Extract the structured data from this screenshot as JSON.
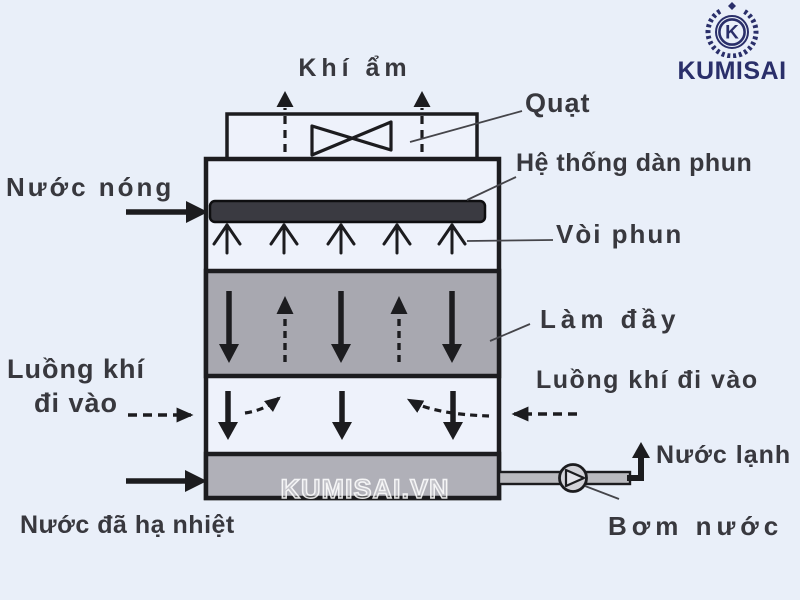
{
  "brand": {
    "logo_letter": "K",
    "logo_name": "KUMISAI",
    "watermark": "KUMISAI.VN"
  },
  "colors": {
    "background": "#e9eff9",
    "tower_fill": "#eef2fb",
    "diagram_line": "#1c1c1f",
    "fill_gray": "#a8a8b0",
    "basin_gray": "#b0b0b8",
    "spray_bar": "#3a3a41",
    "pipe_gray": "#bababf",
    "brand_navy": "#2a2f6a",
    "text": "#38383e"
  },
  "labels": {
    "moist_air": "Khí ẩm",
    "fan": "Quạt",
    "spray_system": "Hệ thống dàn phun",
    "hot_water": "Nước nóng",
    "nozzle": "Vòi phun",
    "fill": "Làm đầy",
    "air_in_left_line1": "Luồng khí",
    "air_in_left_line2": "đi vào",
    "air_in_right": "Luồng khí đi vào",
    "cold_water": "Nước lạnh",
    "water_pump": "Bơm nước",
    "cooled_water": "Nước đã hạ nhiệt"
  }
}
